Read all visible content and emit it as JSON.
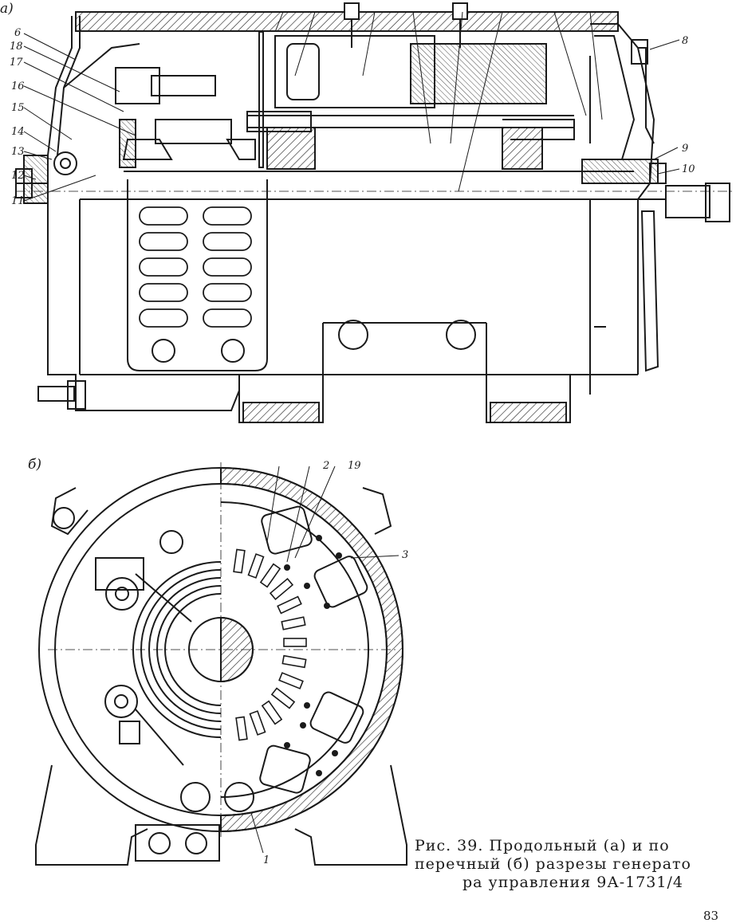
{
  "panel_labels": {
    "a": "а)",
    "b": "б)"
  },
  "callouts_a": [
    "8",
    "18",
    "17",
    "16",
    "15",
    "14",
    "13",
    "12",
    "11",
    "6",
    "9",
    "10"
  ],
  "callouts_b": [
    "2",
    "19",
    "3",
    "1"
  ],
  "caption": {
    "line1": "Рис. 39. Продольный (а) и по",
    "line2": "перечный (б) разрезы генерато",
    "line3": "ра управления 9А-1731/4"
  },
  "page_number": "83"
}
